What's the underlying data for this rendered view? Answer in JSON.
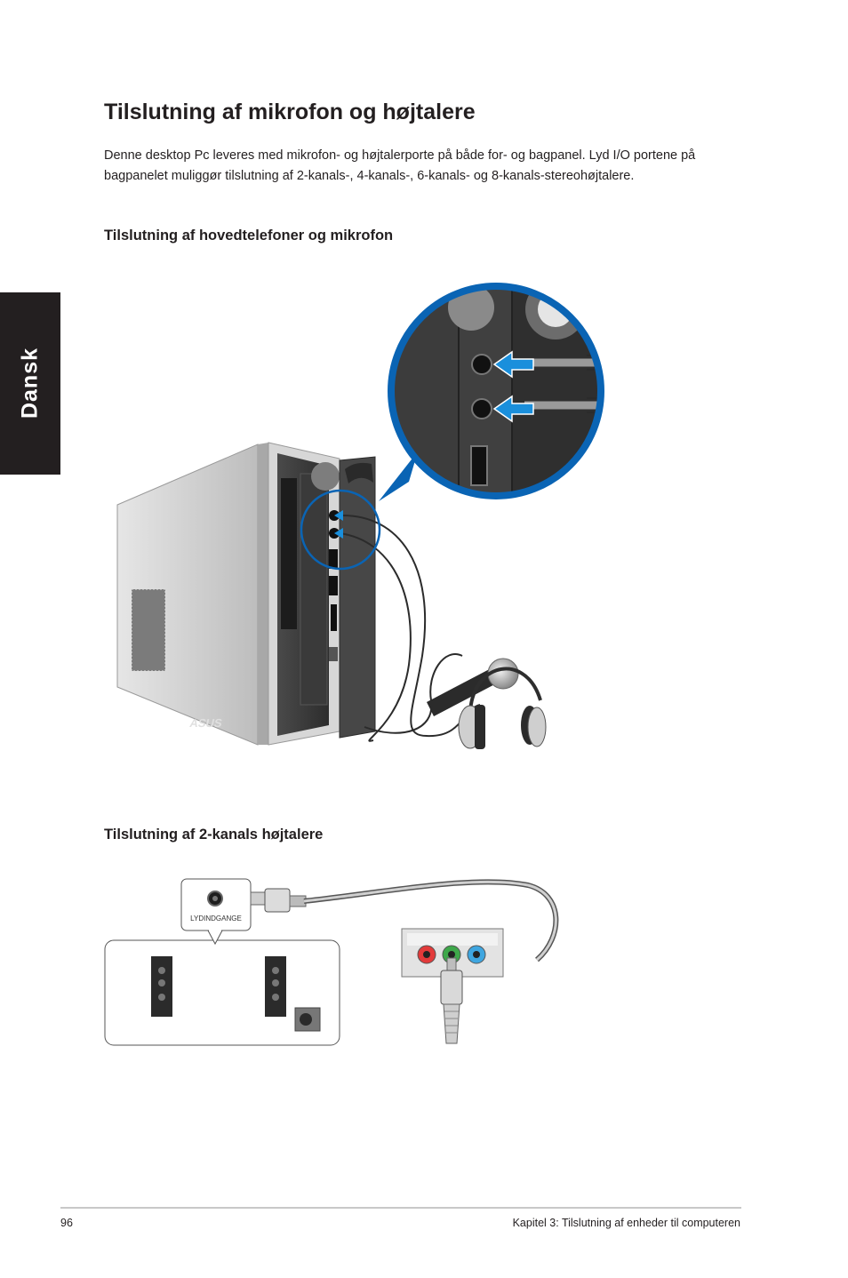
{
  "side_tab": "Dansk",
  "title": "Tilslutning af mikrofon og højtalere",
  "intro": "Denne desktop Pc leveres med mikrofon- og højtalerporte på både for- og bagpanel. Lyd I/O portene på bagpanelet muliggør tilslutning af 2-kanals-, 4-kanals-, 6-kanals- og 8-kanals-stereohøjtalere.",
  "section1_heading": "Tilslutning af hovedtelefoner og mikrofon",
  "section2_heading": "Tilslutning af 2-kanals højtalere",
  "figure2": {
    "callout_label": "LYDINDGANGE"
  },
  "footer": {
    "page_number": "96",
    "chapter": "Kapitel 3: Tilslutning af enheder til computeren"
  },
  "colors": {
    "accent_blue": "#0a64b4",
    "jack_red": "#e23a3a",
    "jack_green": "#3ea84a",
    "jack_blue": "#3fa6e0",
    "arrow_blue": "#1a8fdc"
  }
}
